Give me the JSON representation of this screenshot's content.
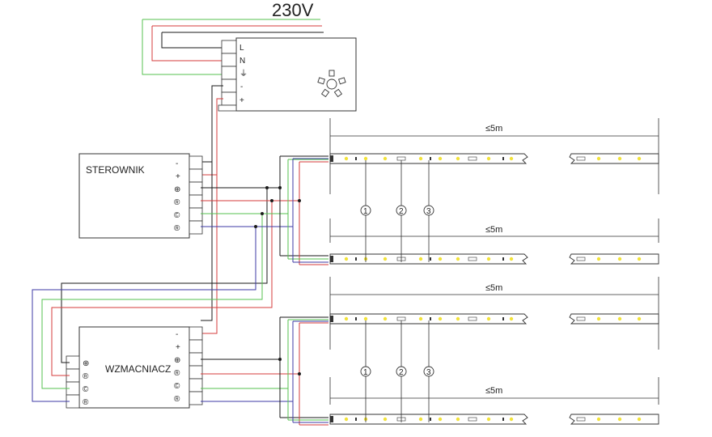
{
  "title": "230V",
  "psu": {
    "terminals": [
      "L",
      "N",
      "⏚",
      "-",
      "+"
    ]
  },
  "controller": {
    "label": "STEROWNIK",
    "terminals": [
      "-",
      "+",
      "⊕",
      "®",
      "©",
      "®"
    ]
  },
  "amplifier": {
    "label": "WZMACNIACZ",
    "terminals_right": [
      "-",
      "+",
      "⊕",
      "®",
      "©",
      "®"
    ],
    "terminals_left": [
      "⊕",
      "®",
      "©",
      "®"
    ]
  },
  "strip_length": "≤5m",
  "callouts": [
    "1",
    "2",
    "3"
  ],
  "colors": {
    "phase": "#1a1a1a",
    "neutral": "#d63b3b",
    "earth": "#55c24f",
    "blue": "#3e3aa6",
    "led": "#f2e23a"
  }
}
